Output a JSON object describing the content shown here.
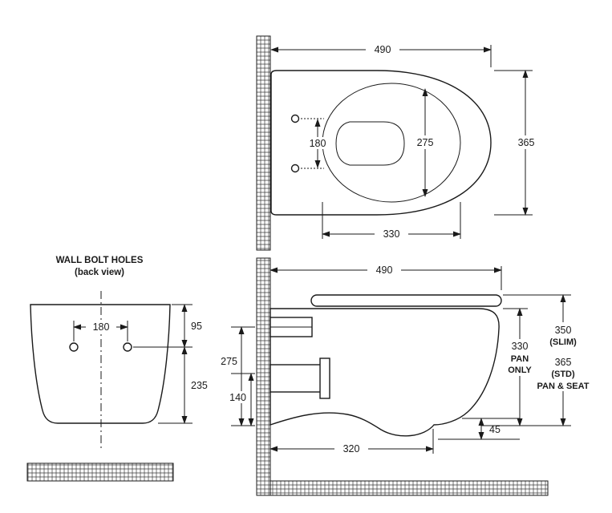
{
  "meta": {
    "drawing_type": "wall-hung toilet dimension drawing",
    "background_color": "#ffffff",
    "line_color": "#1a1a1a"
  },
  "top_view": {
    "dim_overall_depth": "490",
    "dim_overall_width": "365",
    "dim_seat_opening_length": "275",
    "dim_seat_opening_width": "330",
    "dim_bolt_spacing": "180"
  },
  "back_view": {
    "title_line1": "WALL BOLT HOLES",
    "title_line2": "(back view)",
    "dim_bolt_spacing": "180",
    "dim_top_to_holes": "95",
    "dim_holes_to_bottom": "235"
  },
  "side_view": {
    "dim_overall_depth": "490",
    "dim_inlet_height": "275",
    "dim_outlet_height": "140",
    "dim_base_depth": "320",
    "dim_bottom_gap": "45",
    "dim_pan_only_height": "330",
    "pan_only_word1": "PAN",
    "pan_only_word2": "ONLY",
    "dim_slim_height": "350",
    "slim_label": "(SLIM)",
    "dim_std_height": "365",
    "std_label": "(STD)",
    "pan_seat_label": "PAN & SEAT"
  }
}
